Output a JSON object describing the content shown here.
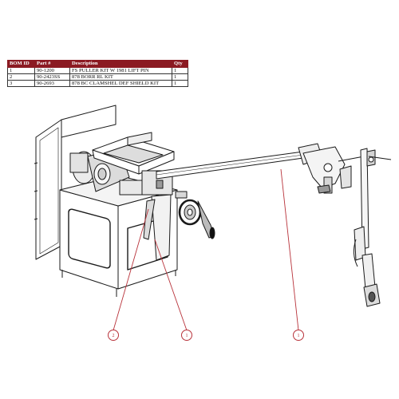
{
  "bom_table": {
    "headers": [
      "BOM ID",
      "Part #",
      "Description",
      "Qty"
    ],
    "rows": [
      [
        "1",
        "90-1200",
        "FS PULLER KIT W 1981 LIFT PIN",
        "1"
      ],
      [
        "2",
        "90-2423SS",
        "878 BORR RL KIT",
        "1"
      ],
      [
        "3",
        "90-2693",
        "878 BC CLAMSHEL DEF SHIELD KIT",
        "1"
      ]
    ]
  },
  "callouts": [
    {
      "label": "2"
    },
    {
      "label": "1"
    },
    {
      "label": "1"
    }
  ],
  "colors": {
    "header_bg": "#8b1a22",
    "callout": "#b8323a",
    "line": "#1a1a1a"
  }
}
